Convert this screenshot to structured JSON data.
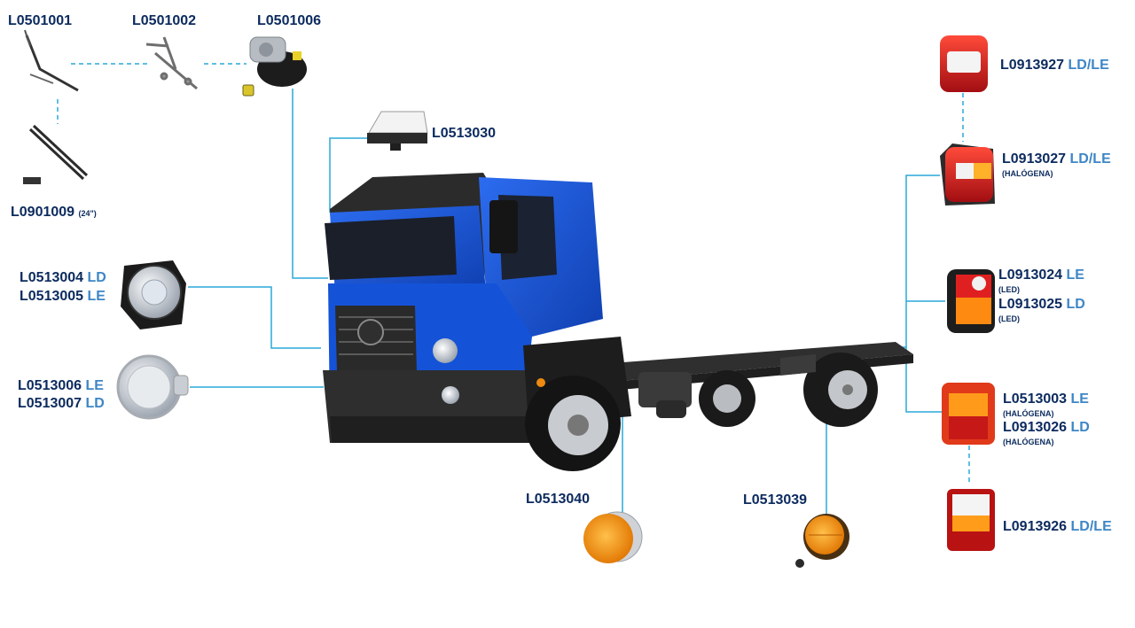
{
  "labels": {
    "wiper_arm": "L0501001",
    "wiper_linkage": "L0501002",
    "wiper_motor": "L0501006",
    "wiper_blade": "L0901009",
    "wiper_blade_size": "(24\")",
    "roof_lamp": "L0513030",
    "headlamp_a_code": "L0513004",
    "headlamp_a_side": "LD",
    "headlamp_b_code": "L0513005",
    "headlamp_b_side": "LE",
    "foglamp_a_code": "L0513006",
    "foglamp_a_side": "LE",
    "foglamp_b_code": "L0513007",
    "foglamp_b_side": "LD",
    "side_marker_front": "L0513040",
    "side_marker_rear": "L0513039",
    "tail_1_code": "L0913927",
    "tail_1_side": "LD/LE",
    "tail_2_code": "L0913027",
    "tail_2_side": "LD/LE",
    "tail_2_note": "(HALÓGENA)",
    "tail_3_code": "L0913024",
    "tail_3_side": "LE",
    "tail_3_note": "(LED)",
    "tail_4_code": "L0913025",
    "tail_4_side": "LD",
    "tail_4_note": "(LED)",
    "tail_5_code": "L0513003",
    "tail_5_side": "LE",
    "tail_5_note": "(HALÓGENA)",
    "tail_6_code": "L0913026",
    "tail_6_side": "LD",
    "tail_6_note": "(HALÓGENA)",
    "tail_7_code": "L0913926",
    "tail_7_side": "LD/LE"
  },
  "colors": {
    "code_text": "#0b2a5e",
    "side_text": "#3d86c6",
    "leader_line": "#2aa8d8",
    "cab_blue": "#1757d8"
  }
}
